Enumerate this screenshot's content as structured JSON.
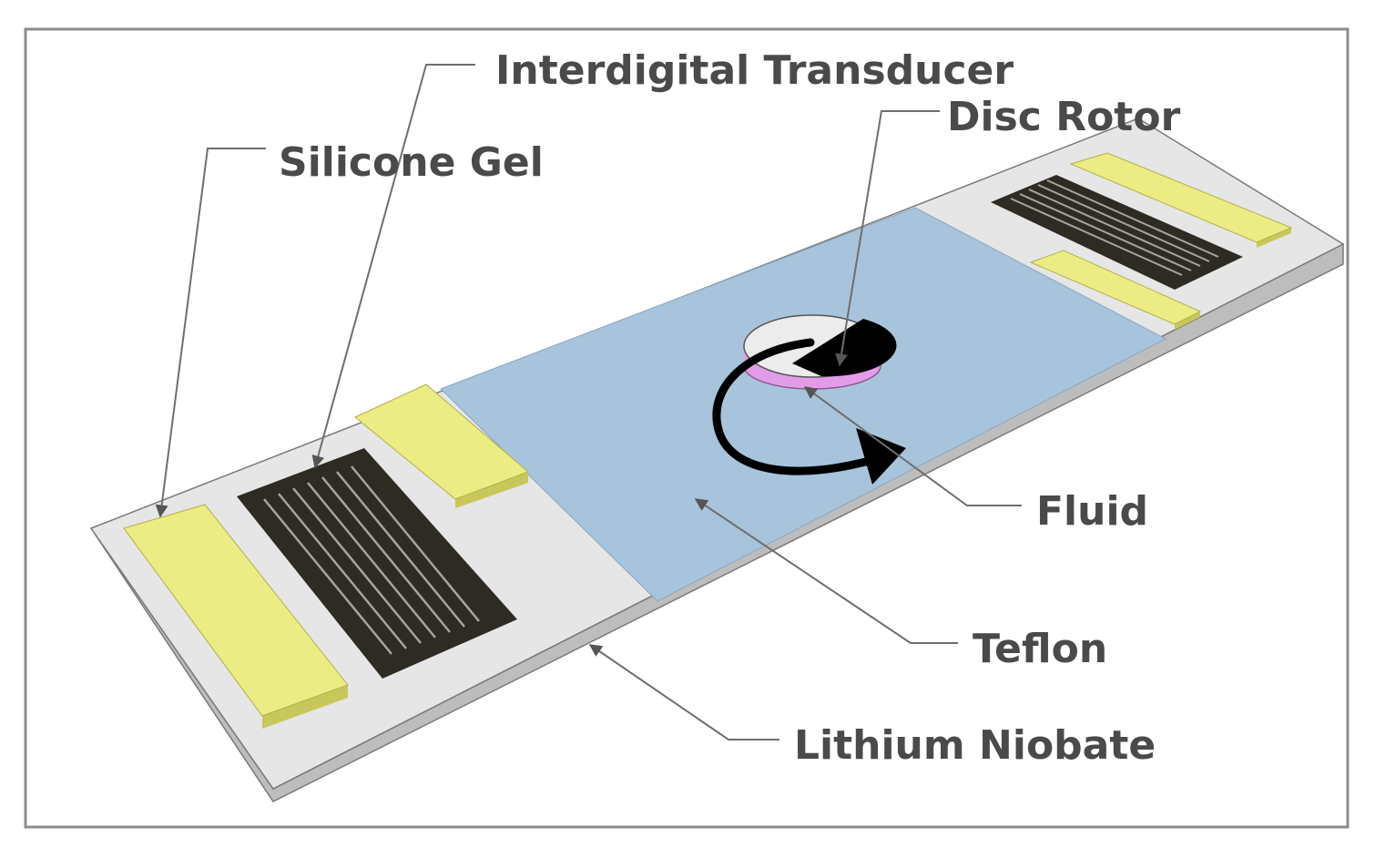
{
  "labels": {
    "interdigital_transducer": "Interdigital Transducer",
    "disc_rotor": "Disc Rotor",
    "silicone_gel": "Silicone Gel",
    "fluid": "Fluid",
    "teflon": "Teflon",
    "lithium_niobate": "Lithium Niobate"
  },
  "colors": {
    "frame": "#8c8c8c",
    "substrate_top": "#e6e6e6",
    "substrate_side": "#bdbdbd",
    "teflon": "#a8c4dc",
    "silicone_gel": "#ecec84",
    "silicone_gel_edge": "#c8c85a",
    "transducer": "#2e2b24",
    "disc_top_light": "#ececec",
    "disc_top_dark": "#000000",
    "disc_side": "#e39ce8",
    "label_text": "#4a4a4a",
    "leader_line": "#6e6e6e"
  },
  "rotation_arrow": {
    "direction": "counterclockwise",
    "icon": "curved-arrow-icon"
  }
}
